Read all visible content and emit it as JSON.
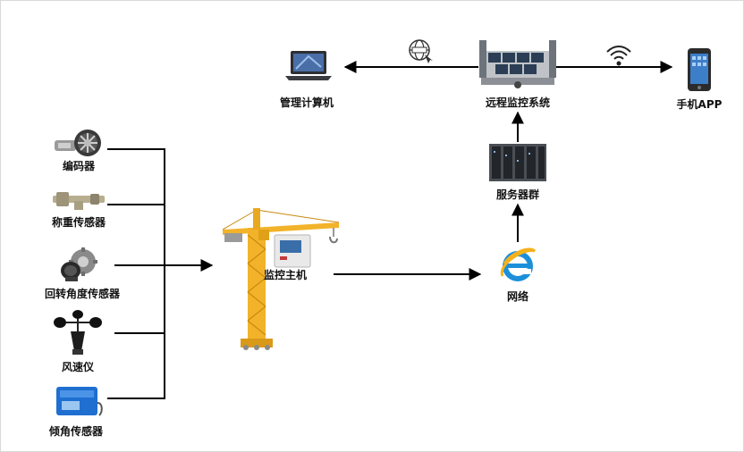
{
  "sensors": {
    "encoder": "编码器",
    "weight": "称重传感器",
    "slewing": "回转角度传感器",
    "anemometer": "风速仪",
    "tilt": "倾角传感器"
  },
  "center": {
    "host": "监控主机",
    "network": "网络"
  },
  "cloud": {
    "servers": "服务器群",
    "remote": "远程监控系统",
    "computer": "管理计算机",
    "phone": "手机APP"
  },
  "colors": {
    "line": "#000000",
    "crane": "#f2b32a",
    "ie_blue": "#1c8fd9"
  },
  "icons": {
    "www": "globe-www-icon",
    "wifi": "wifi-icon"
  }
}
